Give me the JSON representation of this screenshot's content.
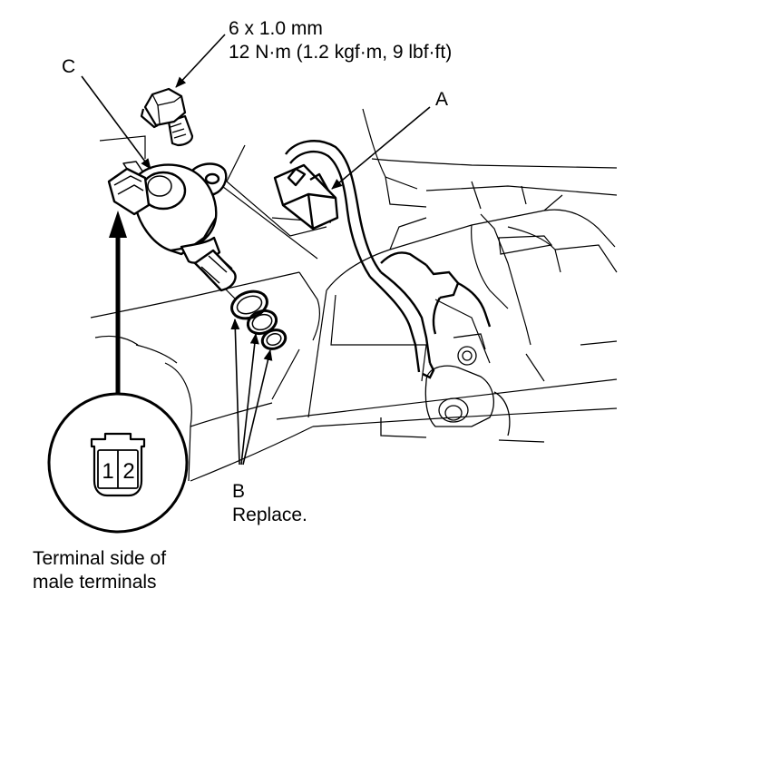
{
  "bolt_spec": {
    "size": "6 x 1.0 mm",
    "torque": "12 N·m (1.2 kgf·m, 9 lbf·ft)"
  },
  "callouts": {
    "a": "A",
    "b": "B",
    "b_note": "Replace.",
    "c": "C"
  },
  "connector_view": {
    "pin_1": "1",
    "pin_2": "2",
    "caption_line1": "Terminal side of",
    "caption_line2": "male terminals"
  }
}
